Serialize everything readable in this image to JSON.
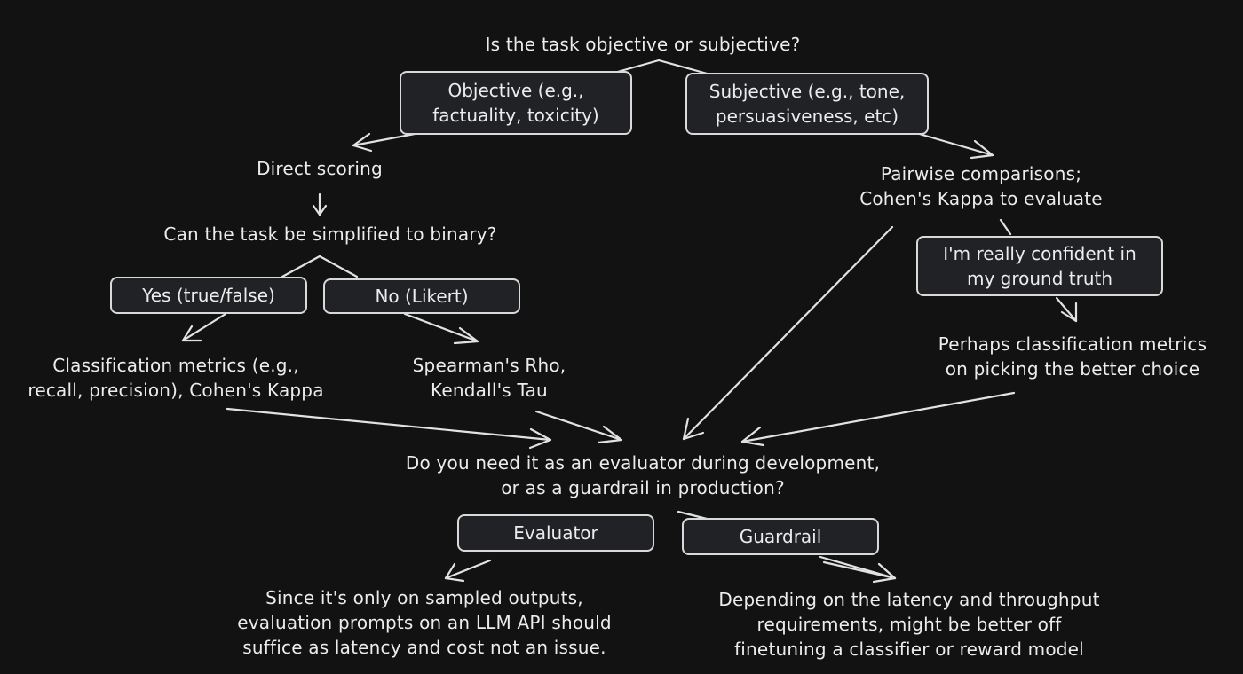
{
  "nodes": {
    "q_task_type": "Is the task objective or subjective?",
    "objective": [
      "Objective (e.g.,",
      "factuality, toxicity)"
    ],
    "subjective": [
      "Subjective (e.g., tone,",
      "persuasiveness, etc)"
    ],
    "direct_scoring": "Direct scoring",
    "pairwise": [
      "Pairwise comparisons;",
      "Cohen's Kappa to evaluate"
    ],
    "q_binary": "Can the task be simplified to binary?",
    "yes": "Yes (true/false)",
    "no": "No (Likert)",
    "confident": [
      "I'm really confident in",
      "my ground truth"
    ],
    "classification": [
      "Classification metrics (e.g.,",
      "recall, precision), Cohen's Kappa"
    ],
    "spearman": [
      "Spearman's Rho,",
      "Kendall's Tau"
    ],
    "perhaps": [
      "Perhaps classification metrics",
      "on picking the better choice"
    ],
    "q_usage": [
      "Do you need it as an evaluator during development,",
      "or as a guardrail in production?"
    ],
    "evaluator": "Evaluator",
    "guardrail": "Guardrail",
    "evaluator_note": [
      "Since it's only on sampled outputs,",
      "evaluation prompts on an LLM API should",
      "suffice as latency and cost not an issue."
    ],
    "guardrail_note": [
      "Depending on the latency and throughput",
      "requirements, might be better off",
      "finetuning a classifier or reward model"
    ]
  }
}
